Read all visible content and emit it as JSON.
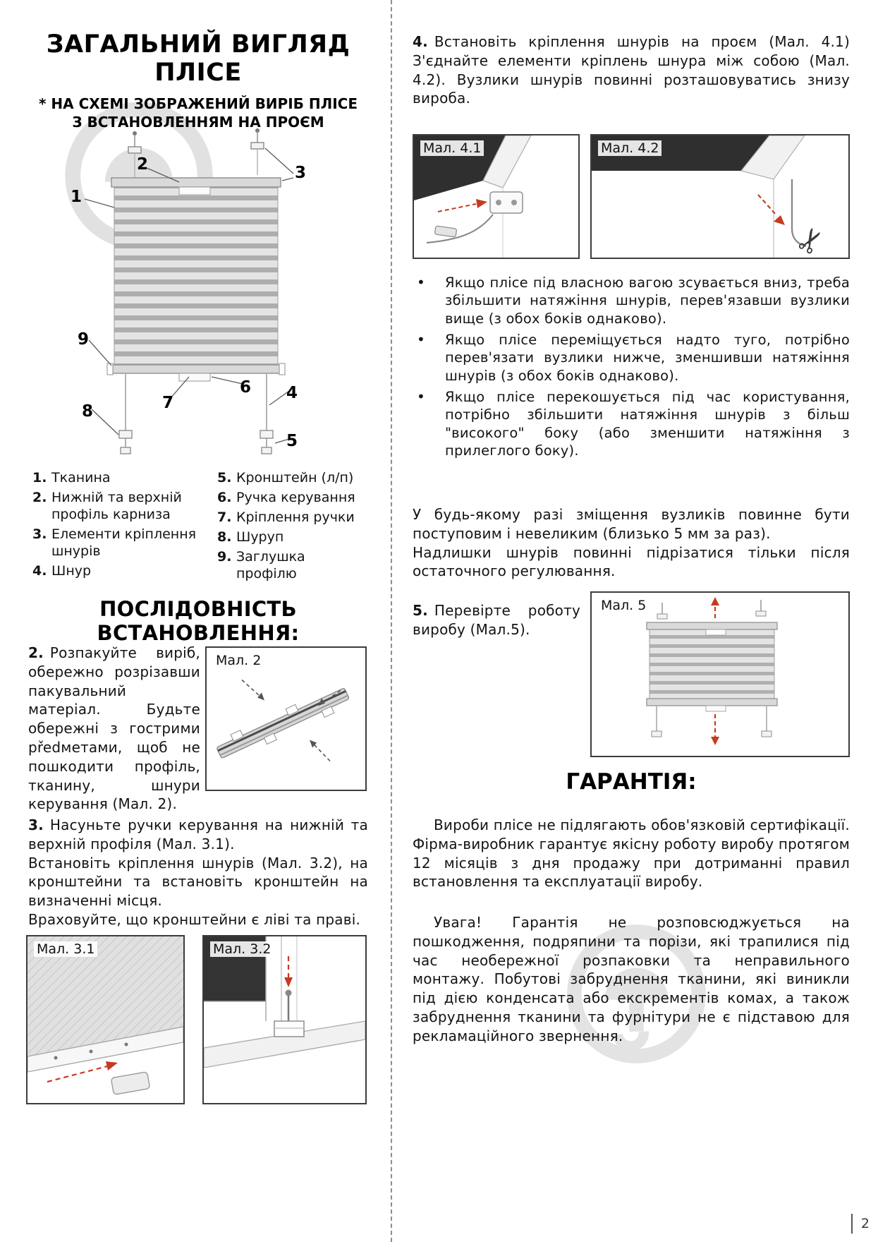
{
  "page": {
    "number": "2",
    "bullet_marker": "•"
  },
  "left": {
    "title": {
      "line1": "ЗАГАЛЬНИЙ ВИГЛЯД",
      "line2": "ПЛІСЕ"
    },
    "subtitle": {
      "line1": "* НА СХЕМІ ЗОБРАЖЕНИЙ ВИРІБ ПЛІСЕ",
      "line2": "З ВСТАНОВЛЕННЯМ НА ПРОЄМ"
    },
    "diagram": {
      "callouts": [
        "1",
        "2",
        "3",
        "4",
        "5",
        "6",
        "7",
        "8",
        "9"
      ]
    },
    "legend": {
      "col1": [
        {
          "num": "1.",
          "text": "Тканина"
        },
        {
          "num": "2.",
          "text": "Нижній та верхній профіль карниза"
        },
        {
          "num": "3.",
          "text": "Елементи кріплення шнурів"
        },
        {
          "num": "4.",
          "text": "Шнур"
        }
      ],
      "col2": [
        {
          "num": "5.",
          "text": "Кронштейн (л/п)"
        },
        {
          "num": "6.",
          "text": "Ручка керування"
        },
        {
          "num": "7.",
          "text": "Кріплення ручки"
        },
        {
          "num": "8.",
          "text": "Шуруп"
        },
        {
          "num": "9.",
          "text": "Заглушка профілю"
        }
      ]
    },
    "sequence_heading": "ПОСЛІДОВНІСТЬ ВСТАНОВЛЕННЯ:",
    "step2": {
      "num": "2.",
      "text": "Розпакуйте виріб, обережно розрізавши пакувальний матеріал. Будьте обережні з гострими předметами, щоб не пошкодити профіль, тканину, шнури керування (Мал. 2)."
    },
    "step3": {
      "num": "3.",
      "line1": "Насуньте ручки керування на нижній та верхній профіля (Мал. 3.1).",
      "line2": "Встановіть кріплення шнурів (Мал. 3.2), на кронштейни та встановіть кронштейн на визначенні місця.",
      "line3": "Враховуйте, що кронштейни є ліві та праві."
    },
    "figures": {
      "fig2": "Мал. 2",
      "fig31": "Мал. 3.1",
      "fig32": "Мал. 3.2"
    }
  },
  "right": {
    "step4": {
      "num": "4.",
      "text": "Встановіть кріплення шнурів на проєм (Мал. 4.1) З'єднайте елементи кріплень шнура між собою (Мал. 4.2). Вузлики шнурів повинні розташовуватись знизу вироба."
    },
    "figures": {
      "fig41": "Мал. 4.1",
      "fig42": "Мал. 4.2",
      "fig5": "Мал. 5",
      "scissors_glyph": "✂"
    },
    "bullets": [
      "Якщо плісе під власною вагою зсувається вниз, треба збільшити натяжіння шнурів, перев'язавши вузлики вище (з обох боків однаково).",
      "Якщо плісе переміщується надто туго, потрібно перев'язати вузлики нижче, зменшивши натяжіння шнурів (з обох боків однаково).",
      "Якщо плісе перекошується під час користування, потрібно збільшити натяжіння шнурів з більш \"високого\" боку (або зменшити натяжіння з прилеглого боку)."
    ],
    "adjustment_note": {
      "line1": "У будь-якому разі зміщення вузликів повинне бути поступовим і невеликим (близько 5 мм за раз).",
      "line2": "Надлишки шнурів повинні підрізатися тільки після остаточного регулювання."
    },
    "step5": {
      "num": "5.",
      "text": "Перевірте роботу виробу (Мал.5)."
    },
    "warranty": {
      "heading": "ГАРАНТІЯ:",
      "p1": "Вироби плісе не підлягають обов'язковій сертифікації. Фірма-виробник гарантує якісну роботу виробу протягом 12 місяців з дня продажу при дотриманні правил встановлення та експлуатації виробу.",
      "p2": "Увага! Гарантія не розповсюджується на пошкодження, подряпини та порізи, які трапилися під час необережної розпаковки та неправильного монтажу. Побутові забруднення тканини, які виникли під дією конденсата або екскрементів комах, а також забруднення тканини та фурнітури не є підставою для рекламаційного звернення."
    }
  },
  "colors": {
    "arrow_red": "#c63b21",
    "watermark_gray": "#c9c9c9"
  }
}
